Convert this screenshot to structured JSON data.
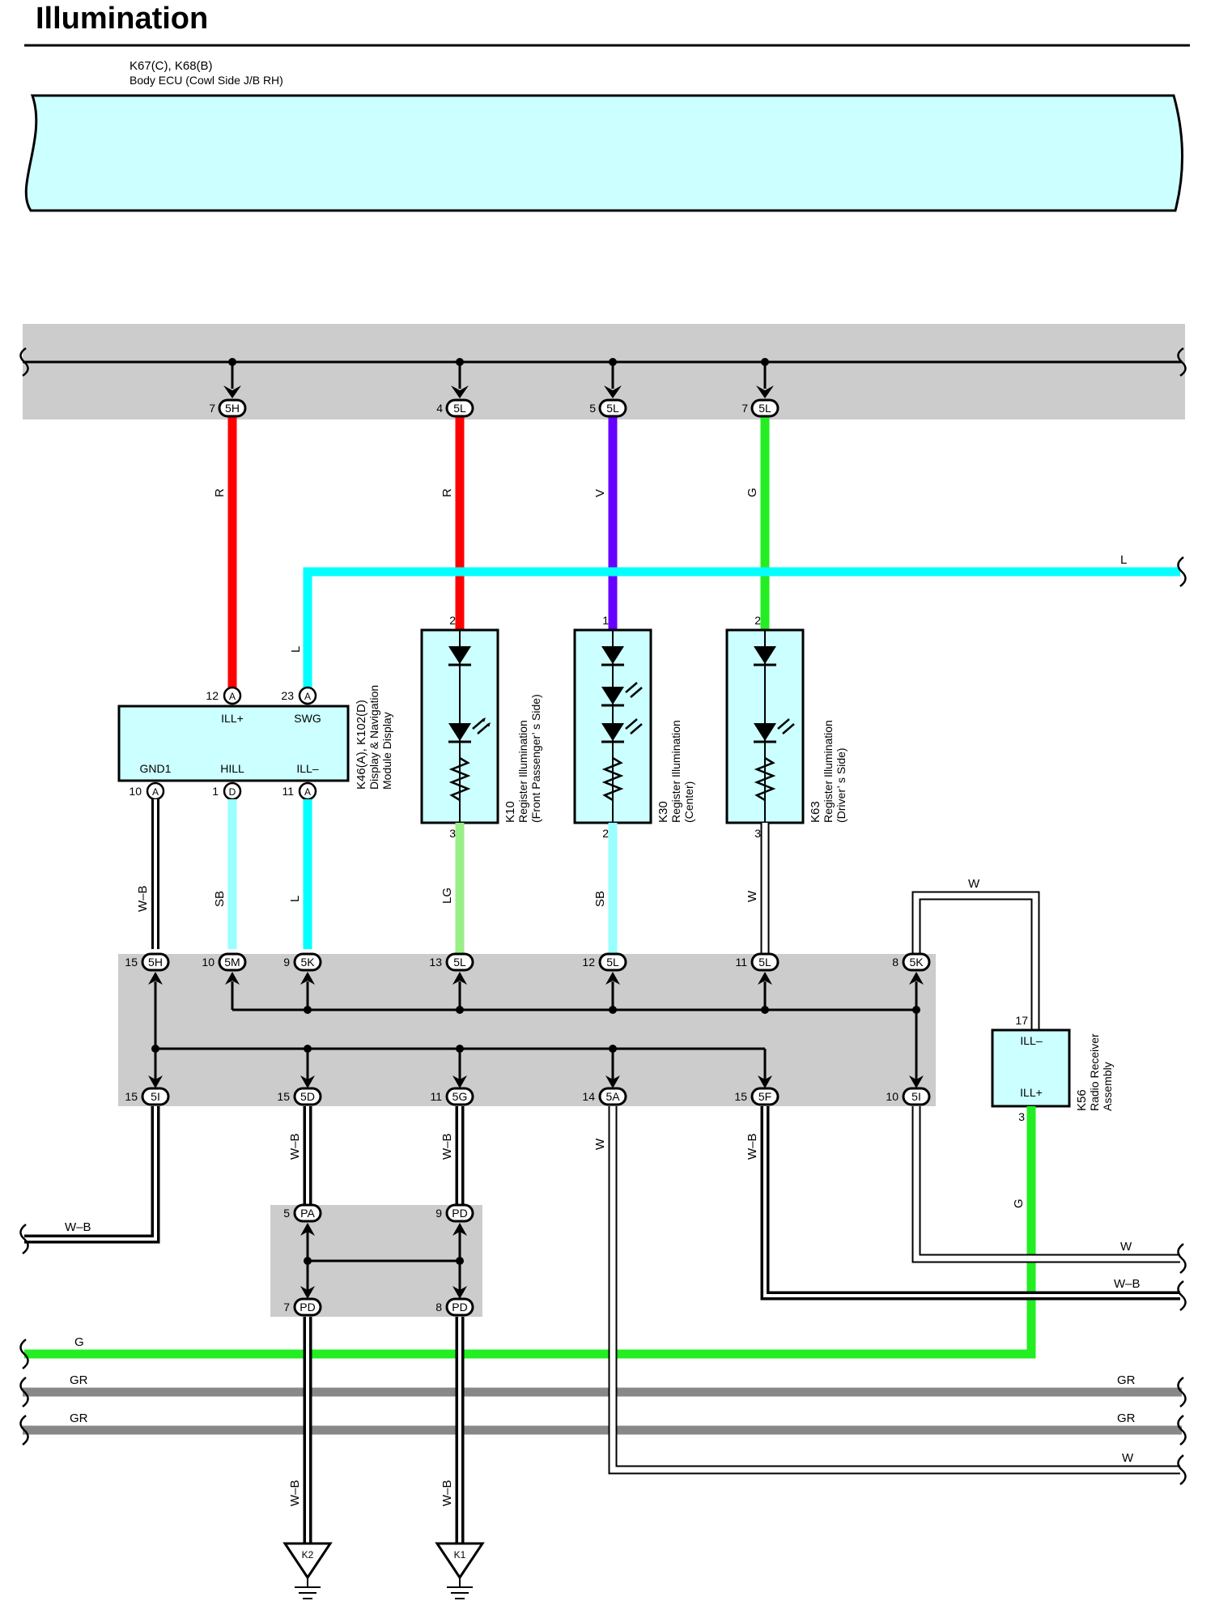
{
  "title": "Illumination",
  "colors": {
    "R": "#ff0000",
    "V": "#6600ff",
    "G": "#22ee22",
    "L": "#00ffff",
    "SB": "#99ffff",
    "LG": "#99ee88",
    "GR": "#888888",
    "W": "#ffffff",
    "B": "#000000",
    "box_fill": "#ccffff",
    "jb_fill": "#cccccc"
  },
  "body_ecu": {
    "code": "K67(C), K68(B)",
    "name": "Body ECU (Cowl Side J/B RH)"
  },
  "top_pins": [
    {
      "pin": "7",
      "conn": "5H",
      "wire": "R"
    },
    {
      "pin": "4",
      "conn": "5L",
      "wire": "R"
    },
    {
      "pin": "5",
      "conn": "5L",
      "wire": "V"
    },
    {
      "pin": "7",
      "conn": "5L",
      "wire": "G"
    }
  ],
  "wire_L_label": "L",
  "display": {
    "code": "K46(A), K102(D)",
    "name_line1": "Display & Navigation",
    "name_line2": "Module Display",
    "top_pins": [
      {
        "pin": "12",
        "conn": "A",
        "label": "ILL+"
      },
      {
        "pin": "23",
        "conn": "A",
        "label": "SWG"
      }
    ],
    "bottom_pins": [
      {
        "pin": "10",
        "conn": "A",
        "label": "GND1",
        "wire": "W–B"
      },
      {
        "pin": "1",
        "conn": "D",
        "label": "HILL",
        "wire": "SB"
      },
      {
        "pin": "11",
        "conn": "A",
        "label": "ILL–",
        "wire": "L"
      }
    ],
    "swg_wire": "L"
  },
  "registers": [
    {
      "code": "K10",
      "line1": "Register Illumination",
      "line2": "(Front Passenger’ s Side)",
      "pin_top": "2",
      "pin_bottom": "3",
      "wire_out": "LG"
    },
    {
      "code": "K30",
      "line1": "Register Illumination",
      "line2": "(Center)",
      "pin_top": "1",
      "pin_bottom": "2",
      "wire_out": "SB"
    },
    {
      "code": "K63",
      "line1": "Register Illumination",
      "line2": "(Driver’ s Side)",
      "pin_top": "2",
      "pin_bottom": "3",
      "wire_out": "W"
    }
  ],
  "jb_upper_pins": [
    {
      "pin": "15",
      "conn": "5H"
    },
    {
      "pin": "10",
      "conn": "5M"
    },
    {
      "pin": "9",
      "conn": "5K"
    },
    {
      "pin": "13",
      "conn": "5L"
    },
    {
      "pin": "12",
      "conn": "5L"
    },
    {
      "pin": "11",
      "conn": "5L"
    },
    {
      "pin": "8",
      "conn": "5K"
    }
  ],
  "jb_lower_pins": [
    {
      "pin": "15",
      "conn": "5I"
    },
    {
      "pin": "15",
      "conn": "5D",
      "wire": "W–B"
    },
    {
      "pin": "11",
      "conn": "5G",
      "wire": "W–B"
    },
    {
      "pin": "14",
      "conn": "5A",
      "wire": "W"
    },
    {
      "pin": "15",
      "conn": "5F",
      "wire": "W–B"
    },
    {
      "pin": "10",
      "conn": "5I"
    }
  ],
  "w_loop_label": "W",
  "radio": {
    "code": "K56",
    "line1": "Radio Receiver",
    "line2": "Assembly",
    "pin_top": "17",
    "label_top": "ILL–",
    "pin_bottom": "3",
    "label_bottom": "ILL+",
    "wire": "G"
  },
  "left_wb_label": "W–B",
  "pa_pins": [
    {
      "pin": "5",
      "conn": "PA"
    },
    {
      "pin": "9",
      "conn": "PD"
    },
    {
      "pin": "7",
      "conn": "PD"
    },
    {
      "pin": "8",
      "conn": "PD"
    }
  ],
  "right_wires": [
    {
      "label": "W"
    },
    {
      "label": "W–B"
    }
  ],
  "bottom_wires": [
    {
      "left": "G",
      "right": ""
    },
    {
      "left": "GR",
      "right": "GR"
    },
    {
      "left": "GR",
      "right": "GR"
    },
    {
      "left": "",
      "right": "W"
    }
  ],
  "grounds": [
    {
      "code": "K2",
      "wire": "W–B"
    },
    {
      "code": "K1",
      "wire": "W–B"
    }
  ]
}
